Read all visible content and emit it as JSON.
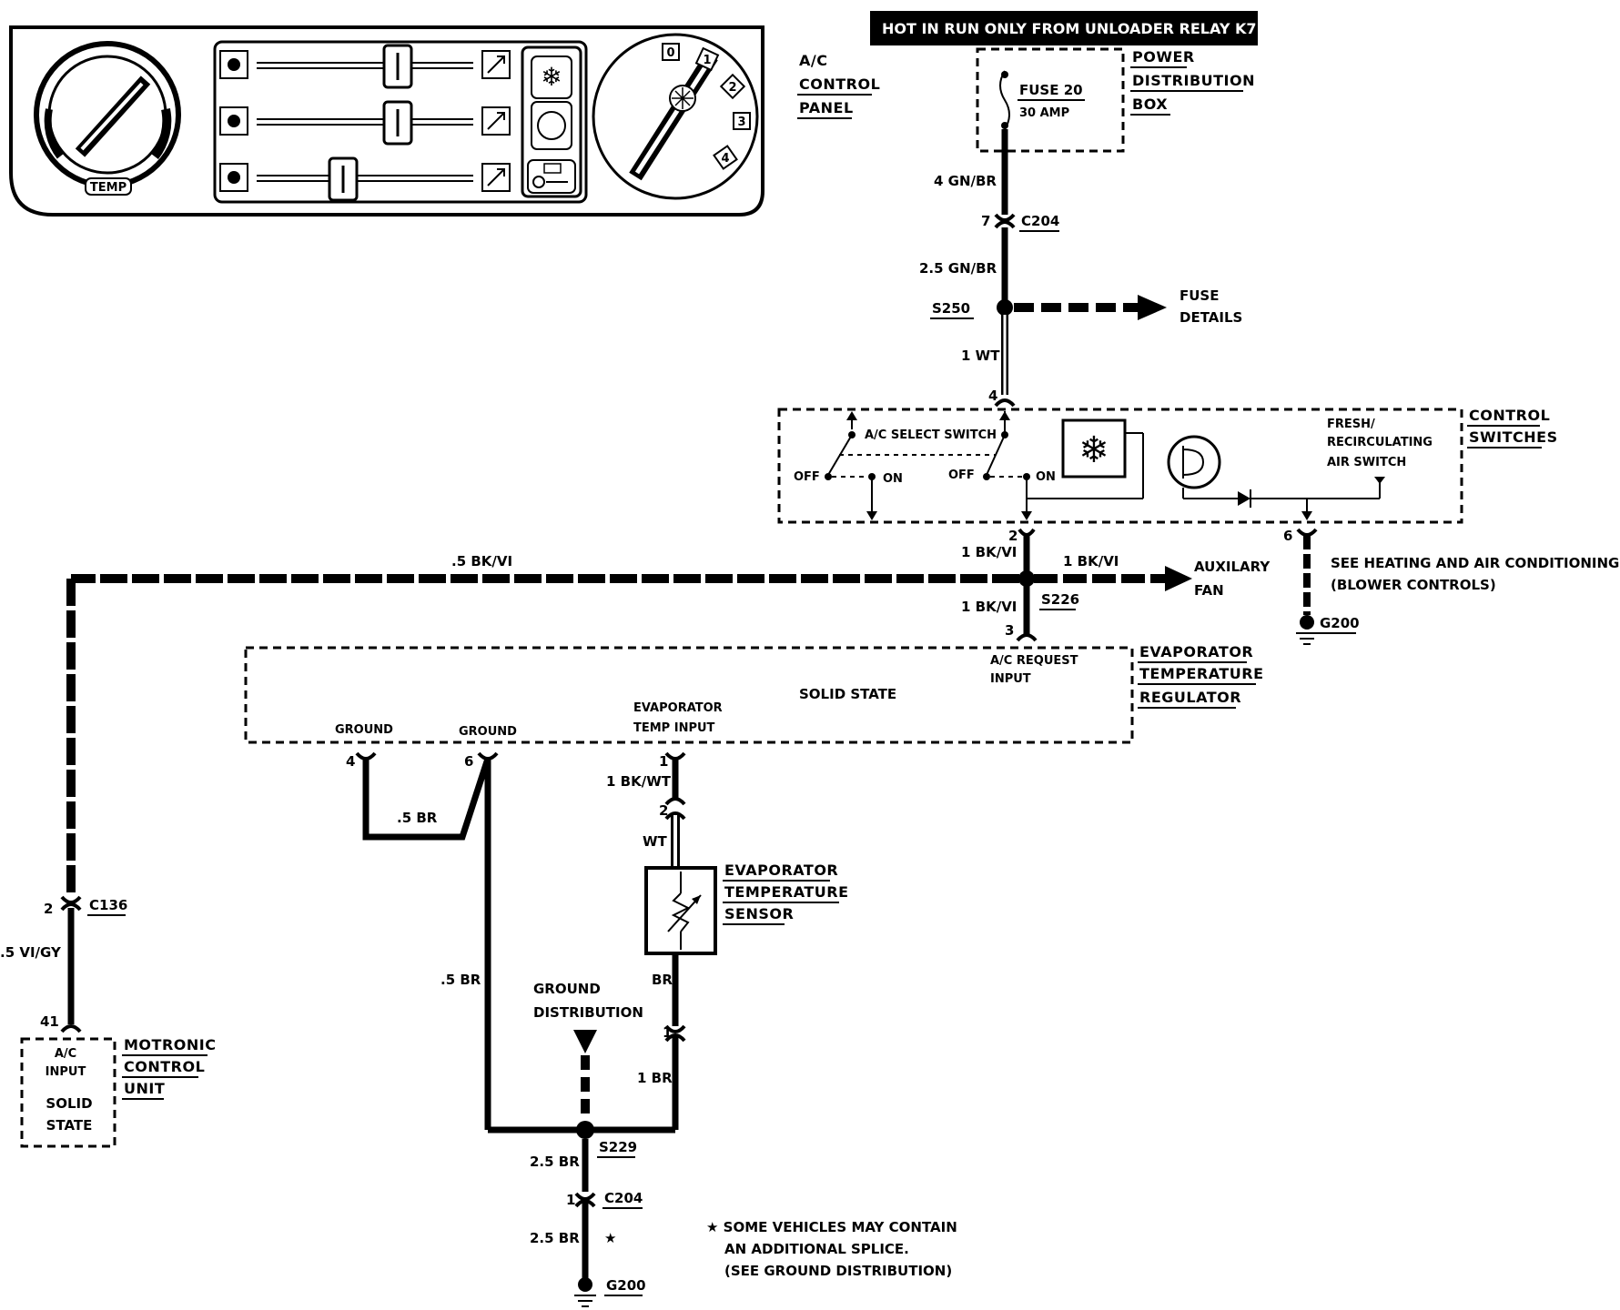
{
  "header": {
    "hot_banner": "HOT IN RUN ONLY FROM UNLOADER RELAY K7"
  },
  "panel": {
    "label": [
      "A/C",
      "CONTROL",
      "PANEL"
    ],
    "temp_dial": "TEMP",
    "fan_positions": [
      "0",
      "1",
      "2",
      "3",
      "4"
    ]
  },
  "power_box": {
    "label": [
      "POWER",
      "DISTRIBUTION",
      "BOX"
    ],
    "fuse_name": "FUSE 20",
    "fuse_rating": "30 AMP"
  },
  "wires": {
    "w_4gnbr": "4 GN/BR",
    "c204_pin_top": "7",
    "c204_top": "C204",
    "w_25gnbr": "2.5 GN/BR",
    "s250": "S250",
    "fuse_details": [
      "FUSE",
      "DETAILS"
    ],
    "w_1wt": "1 WT",
    "cs_pin4": "4",
    "cs_pin2": "2",
    "cs_pin6": "6",
    "w_1bkvi_a": "1 BK/VI",
    "w_1bkvi_b": "1 BK/VI",
    "w_1bkvi_c": "1 BK/VI",
    "s226": "S226",
    "etr_pin3": "3",
    "aux_fan": [
      "AUXILARY",
      "FAN"
    ],
    "w_5bkvi": ".5 BK/VI",
    "see_heating": [
      "SEE HEATING AND AIR CONDITIONING",
      "(BLOWER CONTROLS)"
    ],
    "g200_right": "G200"
  },
  "control_switches": {
    "label": [
      "CONTROL",
      "SWITCHES"
    ],
    "ac_select": "A/C SELECT SWITCH",
    "off1": "OFF",
    "on1": "ON",
    "off2": "OFF",
    "on2": "ON",
    "fresh": [
      "FRESH/",
      "RECIRCULATING",
      "AIR SWITCH"
    ]
  },
  "etr": {
    "label": [
      "EVAPORATOR",
      "TEMPERATURE",
      "REGULATOR"
    ],
    "solid_state": "SOLID STATE",
    "ac_request": [
      "A/C REQUEST",
      "INPUT"
    ],
    "ground1": "GROUND",
    "ground2": "GROUND",
    "evap_temp": [
      "EVAPORATOR",
      "TEMP INPUT"
    ],
    "pin4": "4",
    "pin6": "6",
    "pin1": "1"
  },
  "lower": {
    "w_5br_loop": ".5 BR",
    "w_5br_long": ".5 BR",
    "w_1bkwt": "1 BK/WT",
    "sensor_pin2": "2",
    "w_wt": "WT",
    "sensor_label": [
      "EVAPORATOR",
      "TEMPERATURE",
      "SENSOR"
    ],
    "w_br": "BR",
    "sensor_pin1": "1",
    "w_1br": "1 BR",
    "ground_dist": [
      "GROUND",
      "DISTRIBUTION"
    ],
    "s229": "S229",
    "w_25br_a": "2.5 BR",
    "c204_pin_bot": "1",
    "c204_bot": "C204",
    "w_25br_b": "2.5 BR",
    "star": "★",
    "g200_bottom": "G200",
    "note": [
      "★ SOME VEHICLES MAY CONTAIN",
      "AN ADDITIONAL SPLICE.",
      "(SEE GROUND DISTRIBUTION)"
    ]
  },
  "motronic": {
    "pin2": "2",
    "c136": "C136",
    "w_5vigy": ".5 VI/GY",
    "pin41": "41",
    "ac_input": [
      "A/C",
      "INPUT"
    ],
    "solid_state": [
      "SOLID",
      "STATE"
    ],
    "label": [
      "MOTRONIC",
      "CONTROL",
      "UNIT"
    ]
  }
}
